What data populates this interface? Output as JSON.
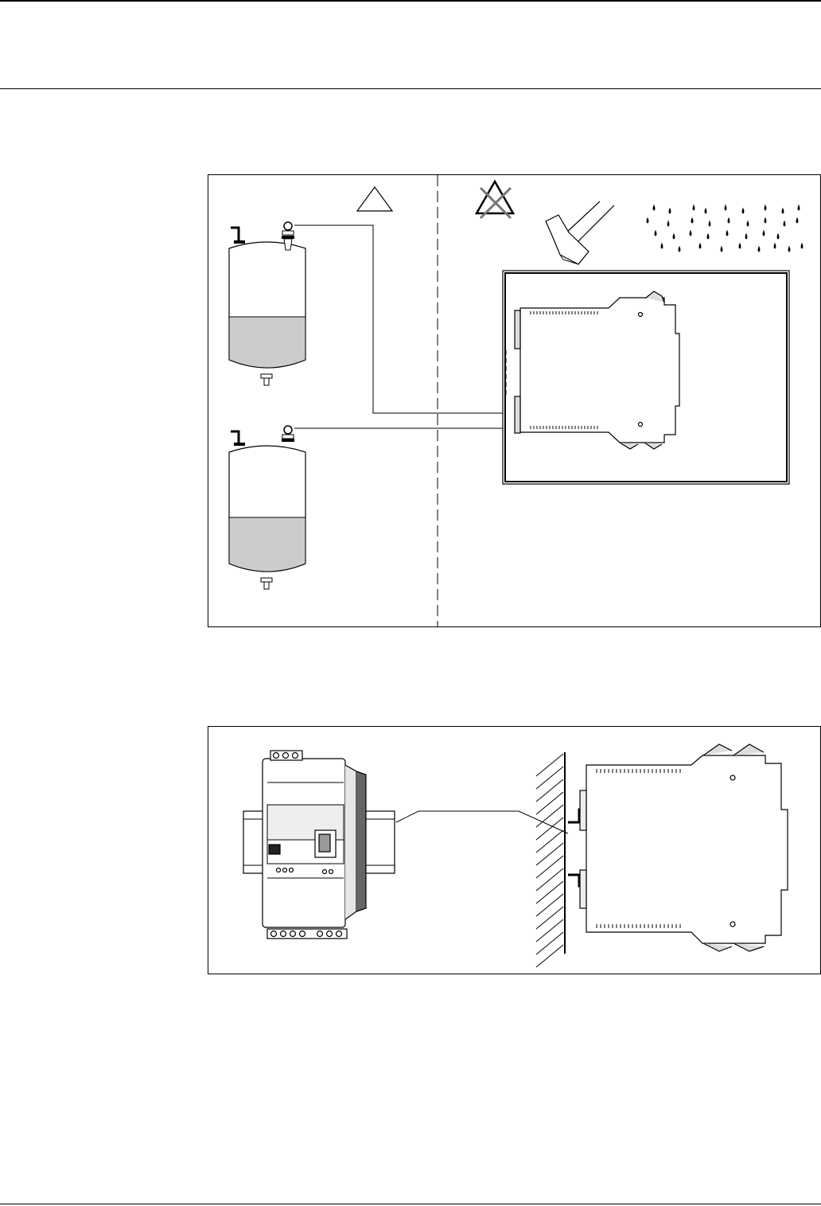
{
  "page": {
    "header_rule": true,
    "footer_rule": true
  },
  "figure_1": {
    "zone_symbols": [
      "warning-triangle-icon",
      "crossed-ex-zone-icon"
    ],
    "hazards": [
      "sun-shade-hood-icon",
      "rain-drops-icon"
    ],
    "tanks": 2,
    "module_in_cabinet": true
  },
  "figure_2": {
    "views": [
      "front-view-din-rail-module",
      "side-view-wall-mounted-module"
    ]
  }
}
